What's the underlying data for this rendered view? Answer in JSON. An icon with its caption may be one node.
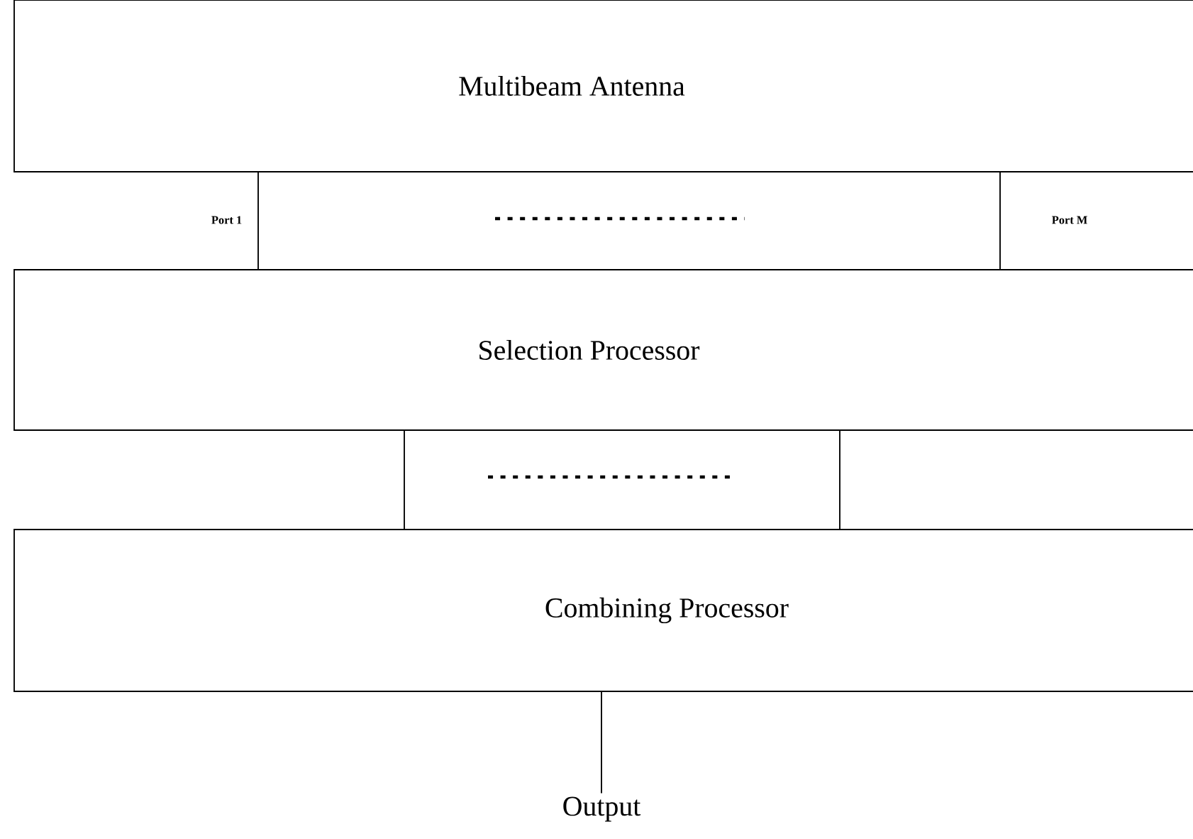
{
  "diagram": {
    "nodes": [
      {
        "text": [
          "Multibeam Antenna"
        ]
      },
      {
        "text": [
          "Selection Processor"
        ]
      },
      {
        "text": [
          "Combining Processor"
        ]
      },
      {
        "text": [
          "Output"
        ]
      }
    ],
    "edges": [
      {
        "from": 0,
        "to": 1,
        "arrow": "none"
      },
      {
        "from": 0,
        "to": 1,
        "arrow": "none"
      },
      {
        "from": 1,
        "to": 2,
        "arrow": "none"
      },
      {
        "from": 1,
        "to": 2,
        "arrow": "none"
      },
      {
        "from": 2,
        "to": 3,
        "arrow": "none"
      }
    ],
    "labels": [
      "Port 1",
      "Port M"
    ]
  }
}
